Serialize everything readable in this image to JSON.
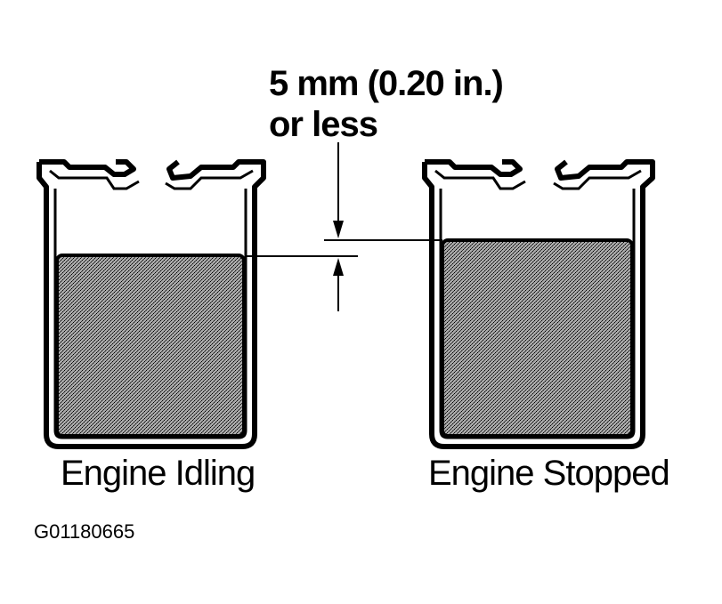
{
  "diagram": {
    "specification": {
      "line1": "5 mm (0.20 in.)",
      "line2": "or less"
    },
    "labels": {
      "left": "Engine Idling",
      "right": "Engine Stopped"
    },
    "figure_id": "G01180665",
    "colors": {
      "ink": "#000000",
      "fluid_fill": "#8c8c8c",
      "background": "#ffffff"
    }
  }
}
